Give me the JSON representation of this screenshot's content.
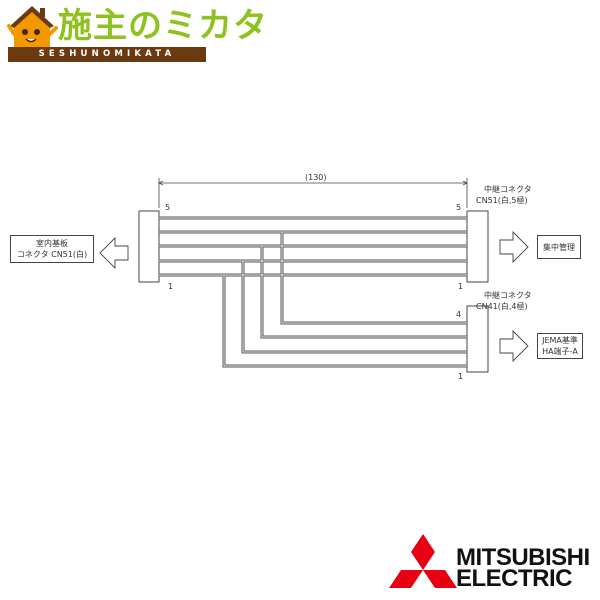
{
  "header": {
    "brand_name": "施主のミカタ",
    "brand_romaji": "SESHUNOMIKATA",
    "mascot_icon": "house-mascot-icon",
    "colors": {
      "green": "#8dc21f",
      "brown": "#6b3a10",
      "orange": "#f39800"
    }
  },
  "diagram": {
    "dimension_label": "(130)",
    "left_connector": {
      "label_line1": "室内基板",
      "label_line2": "コネクタ CN51(白)",
      "pin_top": "5",
      "pin_bottom": "1"
    },
    "relay_cn51": {
      "title": "中継コネクタ",
      "subtitle": "CN51(白,5極)",
      "pin_top": "5",
      "pin_bottom": "1",
      "destination": "集中管理"
    },
    "relay_cn41": {
      "title": "中継コネクタ",
      "subtitle": "CN41(白,4極)",
      "pin_top": "4",
      "pin_bottom": "1",
      "destination_line1": "JEMA基準",
      "destination_line2": "HA端子-A"
    }
  },
  "footer": {
    "logo_icon": "mitsubishi-three-diamonds-icon",
    "logo_line1": "MITSUBISHI",
    "logo_line2": "ELECTRIC",
    "logo_color": "#e60012"
  }
}
